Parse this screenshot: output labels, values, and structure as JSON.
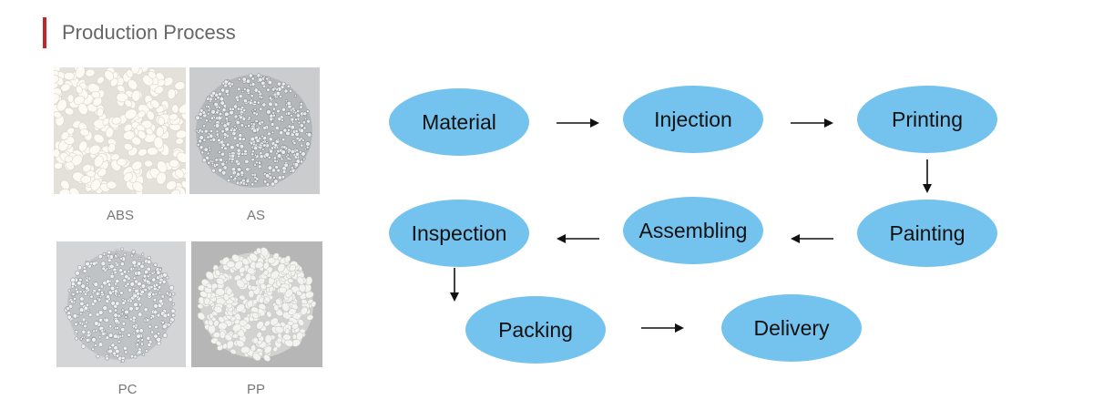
{
  "header": {
    "title": "Production Process"
  },
  "materials": [
    {
      "id": "abs",
      "label": "ABS",
      "tone": "#f4f2ea",
      "bg": "#e6e3dc"
    },
    {
      "id": "as",
      "label": "AS",
      "tone": "#9aa0a4",
      "bg": "#c9cbcd"
    },
    {
      "id": "pc",
      "label": "PC",
      "tone": "#8e9498",
      "bg": "#d2d4d5"
    },
    {
      "id": "pp",
      "label": "PP",
      "tone": "#e6e6e2",
      "bg": "#b7b8b7"
    }
  ],
  "process": {
    "steps": [
      {
        "id": "material",
        "label": "Material"
      },
      {
        "id": "injection",
        "label": "Injection"
      },
      {
        "id": "printing",
        "label": "Printing"
      },
      {
        "id": "painting",
        "label": "Painting"
      },
      {
        "id": "assembling",
        "label": "Assembling"
      },
      {
        "id": "inspection",
        "label": "Inspection"
      },
      {
        "id": "packing",
        "label": "Packing"
      },
      {
        "id": "delivery",
        "label": "Delivery"
      }
    ],
    "node_color": "#74c3ee",
    "arrow_color": "#111111"
  },
  "colors": {
    "accent": "#c0272d"
  }
}
